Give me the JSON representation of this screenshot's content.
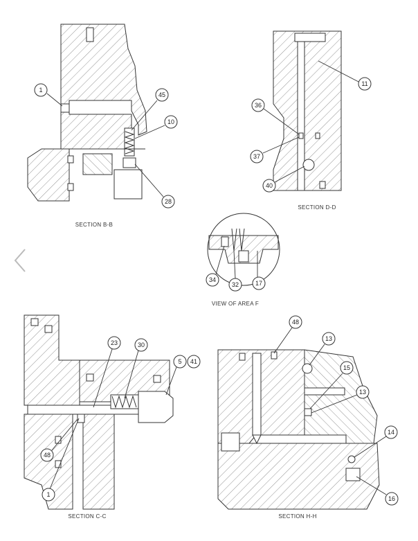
{
  "sections": {
    "bs": {
      "caption": "SECTION B-B"
    },
    "dd": {
      "caption": "SECTION D-D"
    },
    "areaf": {
      "caption": "VIEW OF AREA F"
    },
    "cc": {
      "caption": "SECTION C-C"
    },
    "hh": {
      "caption": "SECTION H-H"
    }
  },
  "callouts": {
    "bs_1": "1",
    "bs_45": "45",
    "bs_10": "10",
    "bs_28": "28",
    "dd_11": "11",
    "dd_36": "36",
    "dd_37": "37",
    "dd_40": "40",
    "f_34": "34",
    "f_32": "32",
    "f_17": "17",
    "cc_23": "23",
    "cc_30": "30",
    "cc_5": "5",
    "cc_41": "41",
    "cc_48": "48",
    "cc_1": "1",
    "hh_48": "48",
    "hh_13a": "13",
    "hh_15": "15",
    "hh_13b": "13",
    "hh_14": "14",
    "hh_16": "16"
  },
  "navigation": {
    "prev_icon": "chevron-left-icon"
  },
  "colors": {
    "line": "#333333",
    "background": "#ffffff",
    "nav": "#bbbbbb"
  }
}
